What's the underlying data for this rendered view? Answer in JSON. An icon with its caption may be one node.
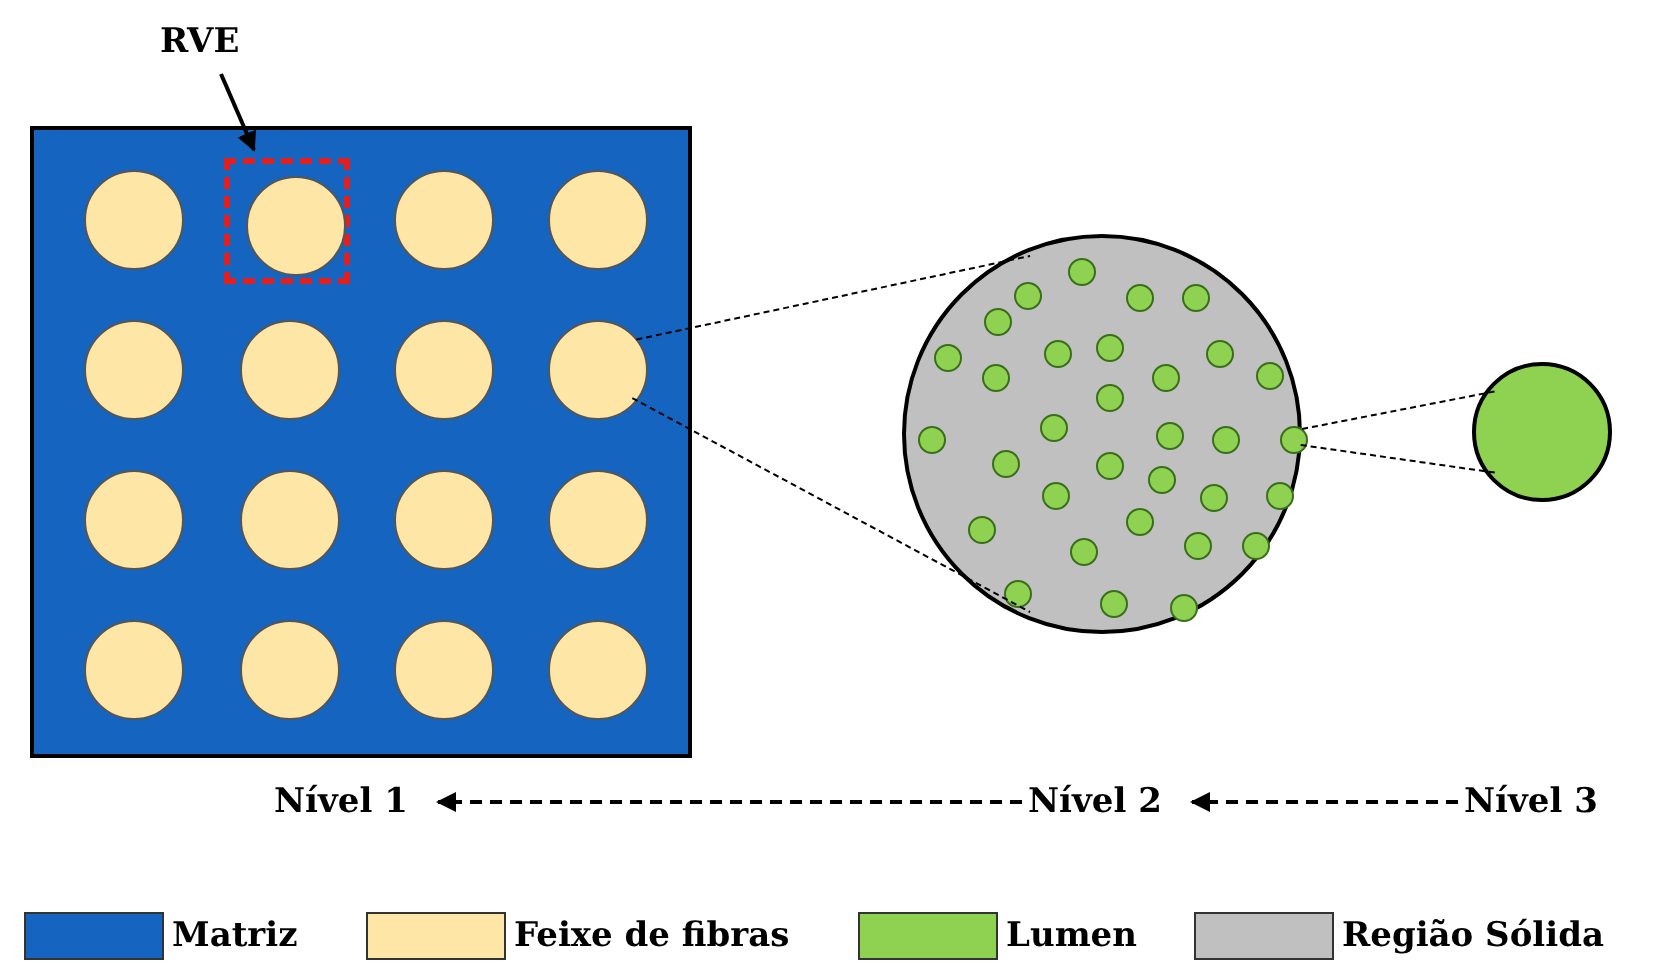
{
  "diagram": {
    "nodes": [
      {
        "text": [
          "RVE"
        ]
      },
      {
        "text": [],
        "shape": "box"
      },
      {
        "text": [],
        "shape": "box",
        "in": 1
      },
      {
        "text": [],
        "shape": "circle",
        "in": 1
      },
      {
        "text": [],
        "shape": "circle",
        "in": 2
      },
      {
        "text": [],
        "shape": "circle",
        "in": 1
      },
      {
        "text": [],
        "shape": "circle",
        "in": 1
      },
      {
        "text": [],
        "shape": "circle",
        "in": 1
      },
      {
        "text": [],
        "shape": "circle",
        "in": 1
      },
      {
        "text": [],
        "shape": "circle",
        "in": 1
      },
      {
        "text": [],
        "shape": "circle",
        "in": 1
      },
      {
        "text": [],
        "shape": "circle",
        "in": 1
      },
      {
        "text": [],
        "shape": "circle",
        "in": 1
      },
      {
        "text": [],
        "shape": "circle",
        "in": 1
      },
      {
        "text": [],
        "shape": "circle",
        "in": 1
      },
      {
        "text": [],
        "shape": "circle",
        "in": 1
      },
      {
        "text": [],
        "shape": "circle",
        "in": 1
      },
      {
        "text": [],
        "shape": "circle",
        "in": 1
      },
      {
        "text": [],
        "shape": "circle",
        "in": 1
      },
      {
        "text": [],
        "shape": "circle"
      },
      {
        "text": [],
        "shape": "circle",
        "in": 19
      },
      {
        "text": [],
        "shape": "circle",
        "in": 19
      },
      {
        "text": [],
        "shape": "circle",
        "in": 19
      },
      {
        "text": [],
        "shape": "circle",
        "in": 19
      },
      {
        "text": [],
        "shape": "circle",
        "in": 19
      },
      {
        "text": [],
        "shape": "circle",
        "in": 19
      },
      {
        "text": [],
        "shape": "circle",
        "in": 19
      },
      {
        "text": [],
        "shape": "circle",
        "in": 19
      },
      {
        "text": [],
        "shape": "circle",
        "in": 19
      },
      {
        "text": [],
        "shape": "circle",
        "in": 19
      },
      {
        "text": [],
        "shape": "circle",
        "in": 19
      },
      {
        "text": [],
        "shape": "circle",
        "in": 19
      },
      {
        "text": [],
        "shape": "circle",
        "in": 19
      },
      {
        "text": [],
        "shape": "circle",
        "in": 19
      },
      {
        "text": [],
        "shape": "circle",
        "in": 19
      },
      {
        "text": [],
        "shape": "circle",
        "in": 19
      },
      {
        "text": [],
        "shape": "circle",
        "in": 19
      },
      {
        "text": [],
        "shape": "circle",
        "in": 19
      },
      {
        "text": [],
        "shape": "circle",
        "in": 19
      },
      {
        "text": [],
        "shape": "circle",
        "in": 19
      },
      {
        "text": [],
        "shape": "circle",
        "in": 19
      },
      {
        "text": [],
        "shape": "circle",
        "in": 19
      },
      {
        "text": [],
        "shape": "circle",
        "in": 19
      },
      {
        "text": [],
        "shape": "circle",
        "in": 19
      },
      {
        "text": [],
        "shape": "circle",
        "in": 19
      },
      {
        "text": [],
        "shape": "circle",
        "in": 19
      },
      {
        "text": [],
        "shape": "circle",
        "in": 19
      },
      {
        "text": [],
        "shape": "circle",
        "in": 19
      },
      {
        "text": [],
        "shape": "circle",
        "in": 19
      },
      {
        "text": [],
        "shape": "circle",
        "in": 19
      },
      {
        "text": [],
        "shape": "circle",
        "in": 19
      },
      {
        "text": [],
        "shape": "circle",
        "in": 19
      },
      {
        "text": [],
        "shape": "circle"
      },
      {
        "text": [
          "Nível 1"
        ]
      },
      {
        "text": [
          "Nível 2"
        ]
      },
      {
        "text": [
          "Nível 3"
        ]
      }
    ],
    "edges": [
      {
        "from": 0,
        "to": 2,
        "arrow": "to"
      },
      {
        "from": 10,
        "to": 19,
        "arrow": "none",
        "style": "dashed"
      },
      {
        "from": 10,
        "to": 19,
        "arrow": "none",
        "style": "dashed"
      },
      {
        "from": 37,
        "to": 52,
        "arrow": "none",
        "style": "dashed"
      },
      {
        "from": 37,
        "to": 52,
        "arrow": "none",
        "style": "dashed"
      },
      {
        "from": 54,
        "to": 53,
        "arrow": "to",
        "style": "dashed"
      },
      {
        "from": 55,
        "to": 54,
        "arrow": "to",
        "style": "dashed"
      }
    ],
    "legend": [
      {
        "text": "Matriz",
        "color": "#1565c0"
      },
      {
        "text": "Feixe de fibras",
        "color": "#fde6a6"
      },
      {
        "text": "Lumen",
        "color": "#8fd150"
      },
      {
        "text": "Região Sólida",
        "color": "#c0c0c0"
      }
    ]
  }
}
